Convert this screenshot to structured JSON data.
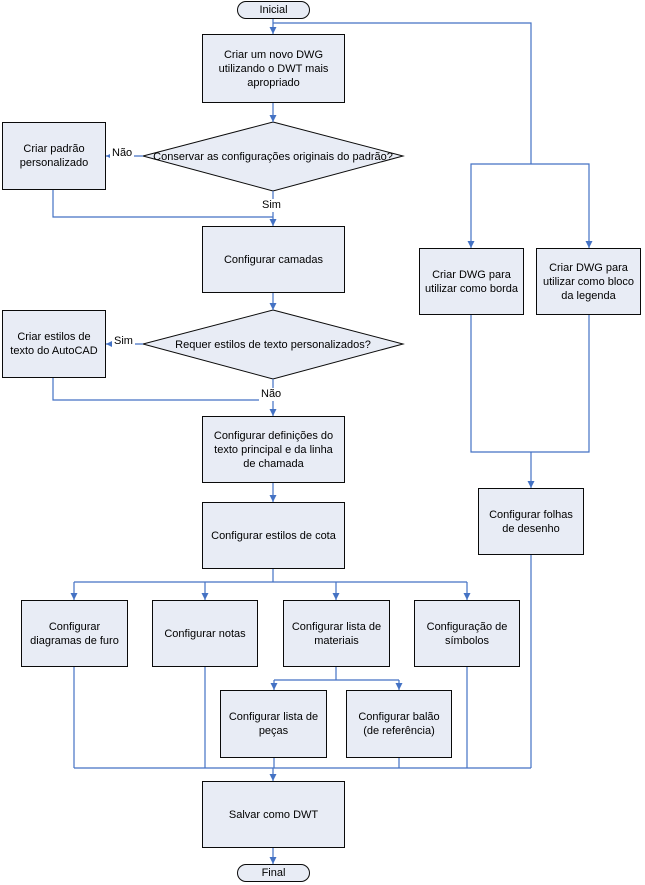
{
  "diagram": {
    "type": "flowchart",
    "language": "pt-BR",
    "colors": {
      "node-fill": "#e8ecf5",
      "node-border": "#0a0a0a",
      "connector": "#4472c4",
      "text": "#000000",
      "background": "#ffffff"
    },
    "nodes": {
      "inicial": {
        "label": "Inicial",
        "shape": "terminator"
      },
      "criar_novo_dwg": {
        "label": "Criar um novo DWG utilizando o DWT mais apropriado",
        "shape": "process"
      },
      "conservar_config": {
        "label": "Conservar as configurações originais do padrão?",
        "shape": "decision"
      },
      "criar_padrao": {
        "label": "Criar padrão personalizado",
        "shape": "process"
      },
      "configurar_camadas": {
        "label": "Configurar camadas",
        "shape": "process"
      },
      "requer_estilos": {
        "label": "Requer estilos de texto personalizados?",
        "shape": "decision"
      },
      "criar_estilos_texto": {
        "label": "Criar estilos de texto do AutoCAD",
        "shape": "process"
      },
      "configurar_definicoes": {
        "label": "Configurar definições do texto principal e da linha de chamada",
        "shape": "process"
      },
      "configurar_estilos_cota": {
        "label": "Configurar estilos de cota",
        "shape": "process"
      },
      "criar_dwg_borda": {
        "label": "Criar DWG para utilizar como borda",
        "shape": "process"
      },
      "criar_dwg_legenda": {
        "label": "Criar DWG para utilizar como bloco da legenda",
        "shape": "process"
      },
      "configurar_folhas": {
        "label": "Configurar folhas de desenho",
        "shape": "process"
      },
      "configurar_diagramas_furo": {
        "label": "Configurar diagramas de furo",
        "shape": "process"
      },
      "configurar_notas": {
        "label": "Configurar notas",
        "shape": "process"
      },
      "configurar_lista_materiais": {
        "label": "Configurar lista de materiais",
        "shape": "process"
      },
      "configuracao_simbolos": {
        "label": "Configuração de símbolos",
        "shape": "process"
      },
      "configurar_lista_pecas": {
        "label": "Configurar lista de peças",
        "shape": "process"
      },
      "configurar_balao": {
        "label": "Configurar balão (de referência)",
        "shape": "process"
      },
      "salvar_dwt": {
        "label": "Salvar como DWT",
        "shape": "process"
      },
      "final": {
        "label": "Final",
        "shape": "terminator"
      }
    },
    "edge_labels": {
      "nao1": "Não",
      "sim1": "Sim",
      "sim2": "Sim",
      "nao2": "Não"
    },
    "edges": [
      {
        "from": "inicial",
        "to": "criar_novo_dwg"
      },
      {
        "from": "inicial",
        "to": "criar_dwg_borda"
      },
      {
        "from": "inicial",
        "to": "criar_dwg_legenda"
      },
      {
        "from": "criar_novo_dwg",
        "to": "conservar_config"
      },
      {
        "from": "conservar_config",
        "to": "criar_padrao",
        "label": "Não"
      },
      {
        "from": "conservar_config",
        "to": "configurar_camadas",
        "label": "Sim"
      },
      {
        "from": "criar_padrao",
        "to": "configurar_camadas"
      },
      {
        "from": "configurar_camadas",
        "to": "requer_estilos"
      },
      {
        "from": "requer_estilos",
        "to": "criar_estilos_texto",
        "label": "Sim"
      },
      {
        "from": "requer_estilos",
        "to": "configurar_definicoes",
        "label": "Não"
      },
      {
        "from": "criar_estilos_texto",
        "to": "configurar_definicoes"
      },
      {
        "from": "configurar_definicoes",
        "to": "configurar_estilos_cota"
      },
      {
        "from": "configurar_estilos_cota",
        "to": "configurar_diagramas_furo"
      },
      {
        "from": "configurar_estilos_cota",
        "to": "configurar_notas"
      },
      {
        "from": "configurar_estilos_cota",
        "to": "configurar_lista_materiais"
      },
      {
        "from": "configurar_estilos_cota",
        "to": "configuracao_simbolos"
      },
      {
        "from": "criar_dwg_borda",
        "to": "configurar_folhas"
      },
      {
        "from": "criar_dwg_legenda",
        "to": "configurar_folhas"
      },
      {
        "from": "configurar_lista_materiais",
        "to": "configurar_lista_pecas"
      },
      {
        "from": "configurar_lista_materiais",
        "to": "configurar_balao"
      },
      {
        "from": "configurar_diagramas_furo",
        "to": "salvar_dwt"
      },
      {
        "from": "configurar_notas",
        "to": "salvar_dwt"
      },
      {
        "from": "configurar_lista_pecas",
        "to": "salvar_dwt"
      },
      {
        "from": "configurar_balao",
        "to": "salvar_dwt"
      },
      {
        "from": "configuracao_simbolos",
        "to": "salvar_dwt"
      },
      {
        "from": "configurar_folhas",
        "to": "salvar_dwt"
      },
      {
        "from": "salvar_dwt",
        "to": "final"
      }
    ]
  }
}
